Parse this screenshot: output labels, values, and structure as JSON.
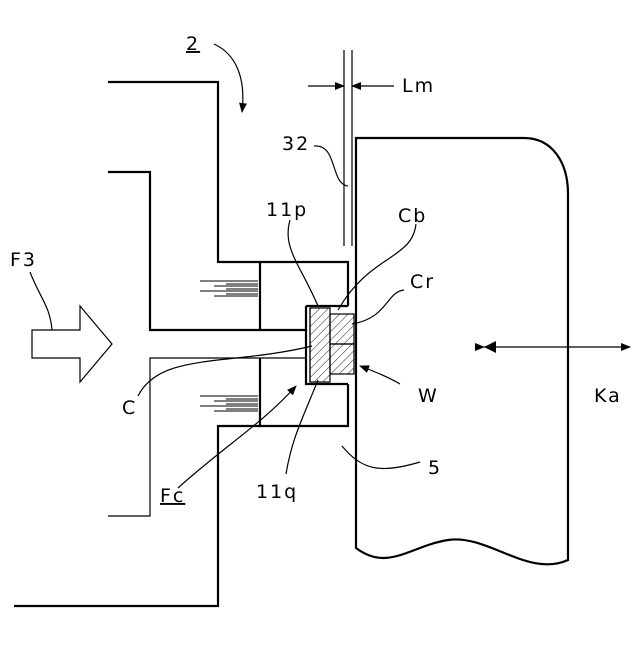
{
  "labels": {
    "assembly": "2",
    "lm": "Lm",
    "part32": "32",
    "part11p": "11p",
    "cb": "Cb",
    "f3": "F3",
    "cr": "Cr",
    "c": "C",
    "w": "W",
    "ka": "Ka",
    "part5": "5",
    "fc": "Fc",
    "part11q": "11q"
  }
}
